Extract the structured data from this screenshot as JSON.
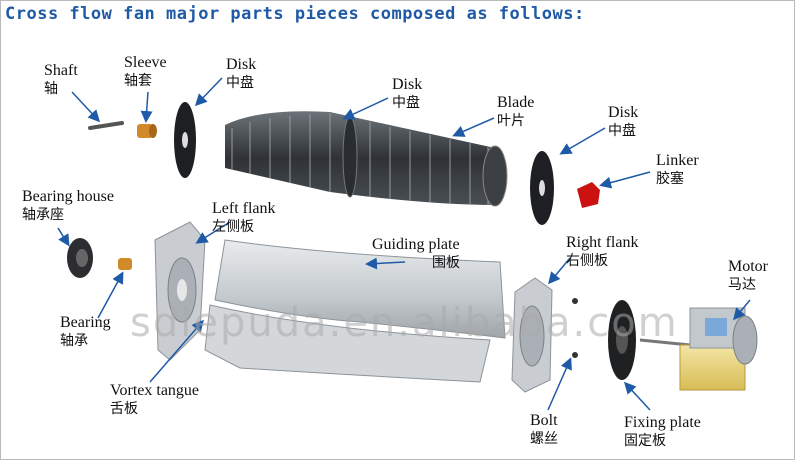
{
  "title": "Cross flow fan major parts pieces composed as follows:",
  "watermark": "sdlepuda.en.alibaba.com",
  "labels": {
    "shaft": {
      "en": "Shaft",
      "zh": "轴"
    },
    "sleeve": {
      "en": "Sleeve",
      "zh": "轴套"
    },
    "disk_left": {
      "en": "Disk",
      "zh": "中盘"
    },
    "disk_middle": {
      "en": "Disk",
      "zh": "中盘"
    },
    "blade": {
      "en": "Blade",
      "zh": "叶片"
    },
    "disk_right": {
      "en": "Disk",
      "zh": "中盘"
    },
    "linker": {
      "en": "Linker",
      "zh": "胶塞"
    },
    "bearing_house": {
      "en": "Bearing house",
      "zh": "轴承座"
    },
    "left_flank": {
      "en": "Left flank",
      "zh": "左侧板"
    },
    "guiding_plate": {
      "en": "Guiding plate",
      "zh": "围板"
    },
    "right_flank": {
      "en": "Right flank",
      "zh": "右侧板"
    },
    "motor": {
      "en": "Motor",
      "zh": "马达"
    },
    "bearing": {
      "en": "Bearing",
      "zh": "轴承"
    },
    "vortex_tangue": {
      "en": "Vortex tangue",
      "zh": "舌板"
    },
    "bolt": {
      "en": "Bolt",
      "zh": "螺丝"
    },
    "fixing_plate": {
      "en": "Fixing plate",
      "zh": "固定板"
    }
  },
  "colors": {
    "title": "#1f5aa6",
    "arrow": "#1f5aa6",
    "metal": "#b8bcc0",
    "brass": "#d08a2a",
    "linker": "#cc1111",
    "motor": "#e8d27a"
  }
}
